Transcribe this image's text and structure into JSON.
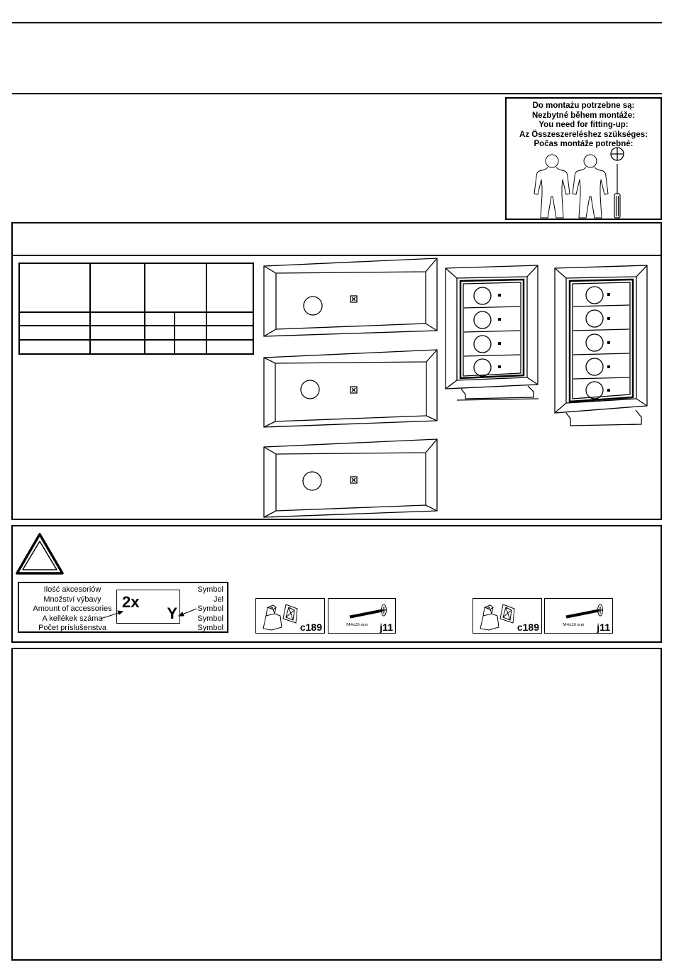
{
  "tools_needed": {
    "lines": [
      "Do montażu potrzebne są:",
      "Nezbytné během montáže:",
      "You need for fitting-up:",
      "Az Összeszereléshez szükséges:",
      "Počas montáže potrebné:"
    ],
    "icons": [
      "person-icon",
      "person-icon",
      "phillips-screwdriver-icon"
    ]
  },
  "legend": {
    "left_lines": [
      "Ilość akcesoriów",
      "Množství výbavy",
      "Amount of accessories",
      "A kellékek száma",
      "Počet príslušenstva"
    ],
    "right_lines": [
      "Symbol",
      "Jel",
      "Symbol",
      "Symbol",
      "Symbol"
    ],
    "example_count": "2x",
    "example_symbol": "Y"
  },
  "accessory_groups": [
    {
      "items": [
        {
          "code": "c189",
          "icon": "bracket-fitting-icon"
        },
        {
          "code": "j11",
          "icon": "screw-icon",
          "size_label": "M4x28 mm"
        }
      ]
    },
    {
      "items": [
        {
          "code": "c189",
          "icon": "bracket-fitting-icon"
        },
        {
          "code": "j11",
          "icon": "screw-icon",
          "size_label": "M4x28 mm"
        }
      ]
    }
  ]
}
